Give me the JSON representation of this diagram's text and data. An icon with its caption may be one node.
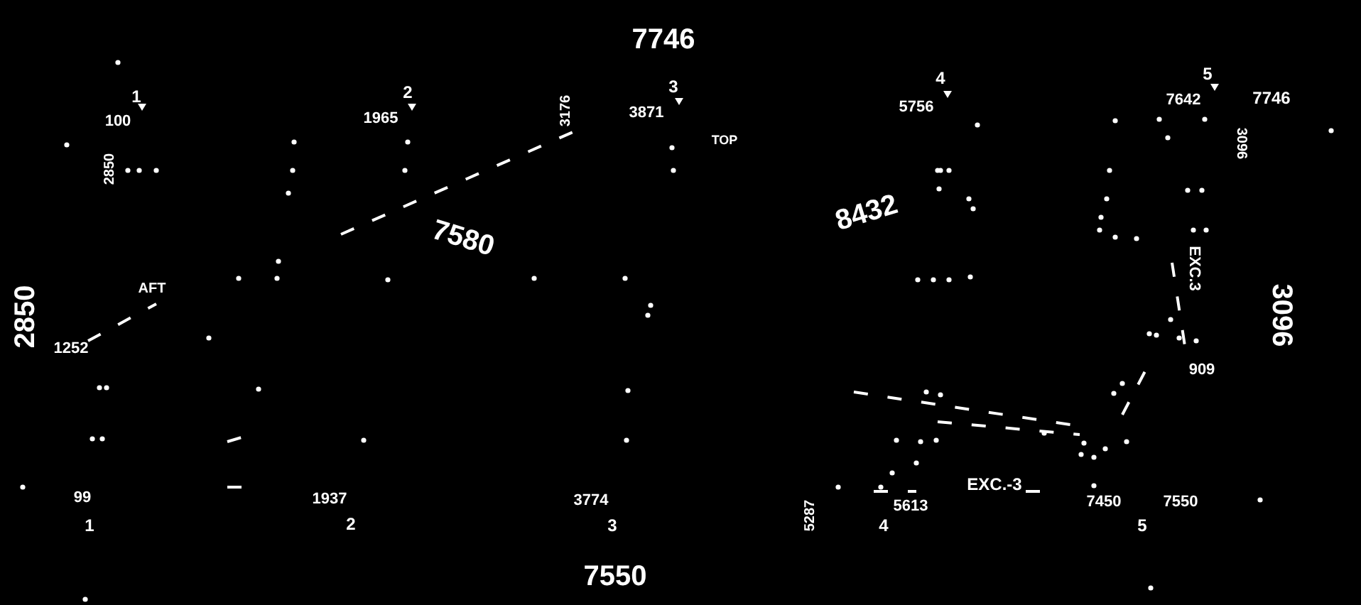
{
  "diagram": {
    "labels": [
      "7746",
      "5",
      "4",
      "3",
      "2",
      "1",
      "7746",
      "7642",
      "5756",
      "3176",
      "3871",
      "1965",
      "100",
      "TOP",
      "3096",
      "2850",
      "8432",
      "7580",
      "EXC.3",
      "AFT",
      "2850",
      "3096",
      "1252",
      "909",
      "EXC.-3",
      "99",
      "1937",
      "3774",
      "5613",
      "7450",
      "7550",
      "5287",
      "1",
      "2",
      "3",
      "4",
      "5",
      "7550"
    ]
  }
}
